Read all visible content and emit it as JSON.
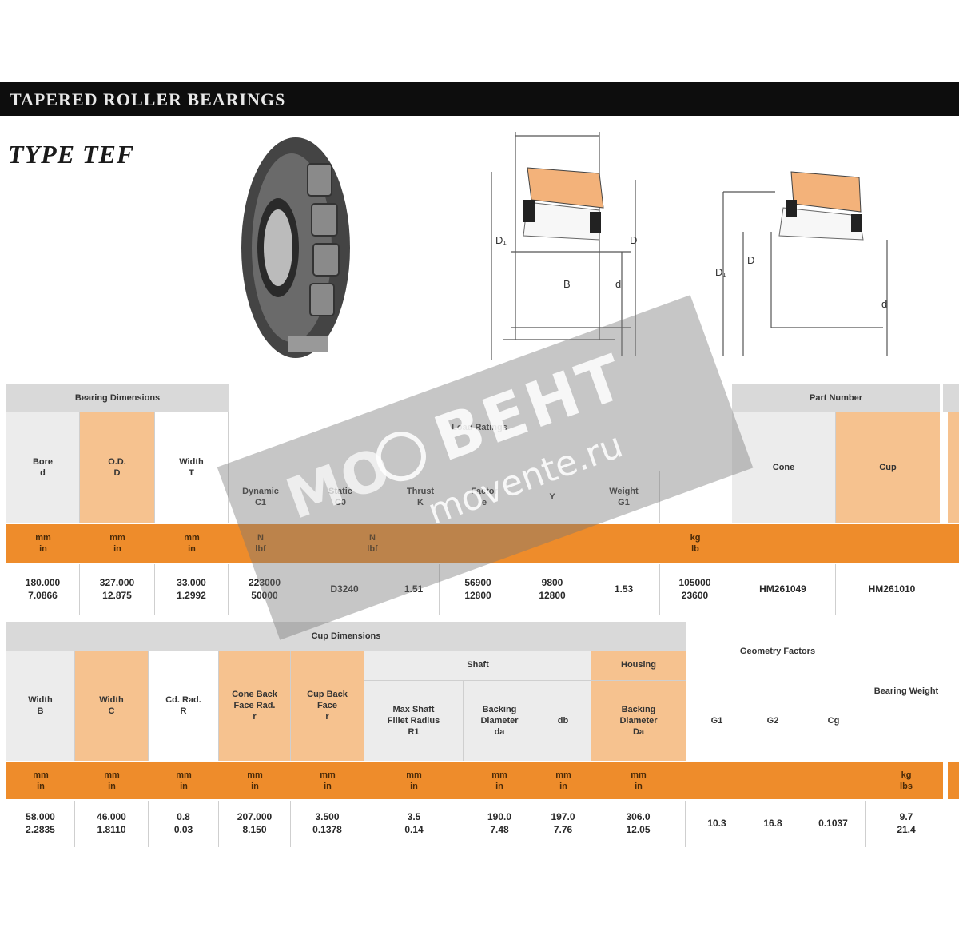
{
  "header": {
    "title": "TAPERED ROLLER BEARINGS",
    "type_label": "TYPE TEF"
  },
  "colors": {
    "orange": "#ee8c2b",
    "peach": "#f6c28f",
    "gray": "#d9d9d9",
    "black": "#0d0d0d"
  },
  "table1": {
    "group_left": "Bearing Dimensions",
    "group_mid": "Load Ratings",
    "group_right": "Part Number",
    "headers": [
      "Bore\nd",
      "O.D.\nD",
      "Width\nT",
      "Dynamic\nC1",
      "Static\nC0",
      "Thrust\nK",
      "Factor\ne",
      "Y",
      "Weight\nG1",
      "Cone",
      "Cup"
    ],
    "units": [
      "mm\nin",
      "mm\nin",
      "mm\nin",
      "N\nlbf",
      "N\nlbf",
      "",
      "",
      "",
      "kg\nlb"
    ],
    "values": [
      "180.000\n7.0866",
      "327.000\n12.875",
      "33.000\n1.2992",
      "223000\n50000",
      "D3240",
      "1.51",
      "56900\n12800",
      "9800\n12800",
      "1.53",
      "105000\n23600",
      "HM261049",
      "HM261010"
    ]
  },
  "table2": {
    "group_left": "Cup Dimensions",
    "group_shaft": "Shaft",
    "group_housing": "Housing",
    "group_geo": "Geometry Factors",
    "group_weight": "Bearing Weight",
    "headers": [
      "Width\nB",
      "Width\nC",
      "Cd. Rad.\nR",
      "Cone Back\nFace Rad.\nr",
      "Cup Back\nFace\nr",
      "Max Shaft\nFillet Radius\nR1",
      "Backing\nDiameter\nda",
      "db",
      "Backing\nDiameter\nDa",
      "G1",
      "G2",
      "Cg"
    ],
    "units": [
      "mm\nin",
      "mm\nin",
      "mm\nin",
      "mm\nin",
      "mm\nin",
      "mm\nin",
      "mm\nin",
      "mm\nin",
      "mm\nin",
      "",
      "",
      "",
      "kg\nlbs"
    ],
    "values": [
      "58.000\n2.2835",
      "46.000\n1.8110",
      "0.8\n0.03",
      "207.000\n8.150",
      "3.500\n0.1378",
      "3.5\n0.14",
      "190.0\n7.48",
      "197.0\n7.76",
      "306.0\n12.05",
      "10.3",
      "16.8",
      "0.1037",
      "9.7\n21.4"
    ]
  },
  "watermark": {
    "brand": "ВЕНТ",
    "prefix": "МО",
    "site": "movente.ru"
  }
}
